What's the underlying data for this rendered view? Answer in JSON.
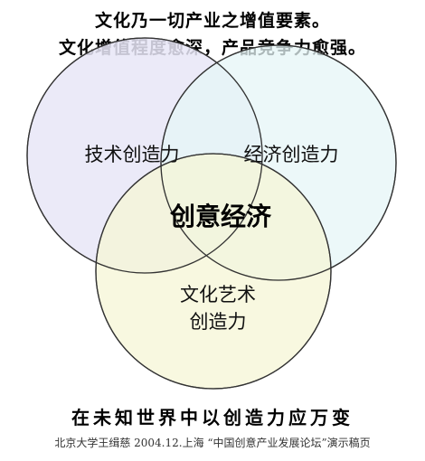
{
  "header": {
    "line1": "文化乃一切产业之增值要素。",
    "line2": "文化增值程度愈深，产品竞争力愈强。"
  },
  "venn": {
    "circles": [
      {
        "label": "技术创造力",
        "color": "#e8e6f7"
      },
      {
        "label": "经济创造力",
        "color": "#e6f6f7"
      },
      {
        "label_line1": "文化艺术",
        "label_line2": "创造力",
        "color": "#f6f6d5"
      }
    ],
    "center_label": "创意经济",
    "stroke_color": "#333333"
  },
  "footer": {
    "slogan": "在未知世界中以创造力应万变",
    "caption": "北京大学王缉慈 2004.12.上海 “中国创意产业发展论坛”演示稿页"
  }
}
